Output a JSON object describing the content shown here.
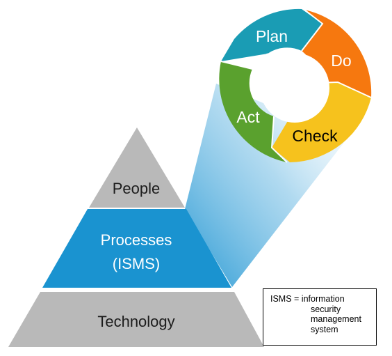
{
  "pdca": {
    "plan": "Plan",
    "do": "Do",
    "check": "Check",
    "act": "Act",
    "colors": {
      "plan": "#1a9cb4",
      "do": "#f6780f",
      "check": "#f6c21d",
      "act": "#5aa12e"
    }
  },
  "pyramid": {
    "top": "People",
    "middle_line1": "Processes",
    "middle_line2": "(ISMS)",
    "bottom": "Technology",
    "colors": {
      "gray": "#b9b9b9",
      "blue": "#1a93d0"
    }
  },
  "legend": {
    "line1": "ISMS = information",
    "line2": "security",
    "line3": "management",
    "line4": "system"
  }
}
